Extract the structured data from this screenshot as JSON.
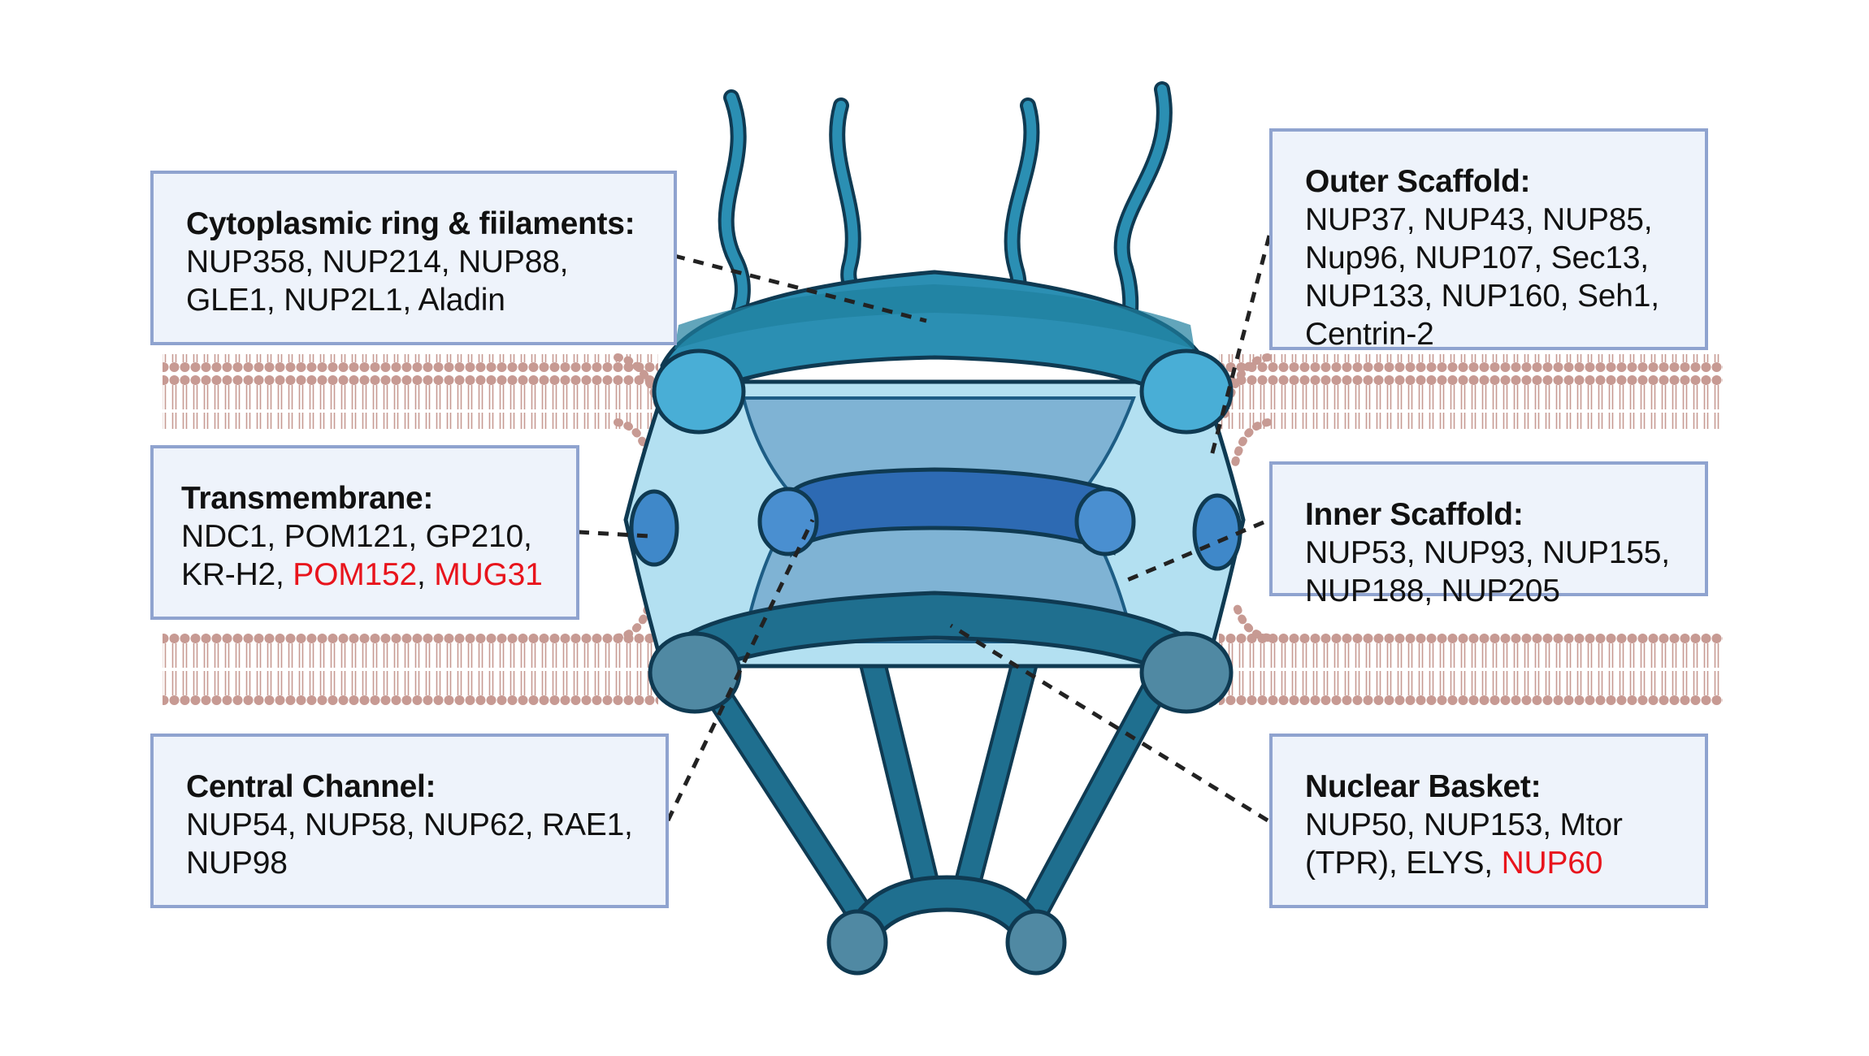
{
  "colors": {
    "box_bg": "#eef3fb",
    "box_border": "#8fa3cf",
    "highlight": "#e8141c",
    "membrane": "#c79a93",
    "ring_dark": "#1f7f9e",
    "ring_light": "#49aed6",
    "cavity": "#b3e0f1",
    "inner_ring": "#2d6ab3",
    "basket": "#1f6f8f"
  },
  "labels": {
    "cytoplasmic": {
      "title": "Cytoplasmic ring & fiilaments:",
      "line1": "NUP358, NUP214, NUP88,",
      "line2": "GLE1, NUP2L1, Aladin"
    },
    "transmembrane": {
      "title": "Transmembrane:",
      "line1": "NDC1, POM121, GP210,",
      "line2_prefix": "KR-H2,",
      "line2_red1": "POM152",
      "line2_sep": ",",
      "line2_red2": "MUG31"
    },
    "central": {
      "title": "Central Channel:",
      "line1": "NUP54, NUP58, NUP62, RAE1,",
      "line2": "NUP98"
    },
    "outer": {
      "title": "Outer Scaffold:",
      "line1": "NUP37, NUP43, NUP85,",
      "line2": "Nup96, NUP107, Sec13,",
      "line3": "NUP133, NUP160, Seh1,",
      "line4": "Centrin-2"
    },
    "inner": {
      "title": "Inner Scaffold:",
      "line1": "NUP53, NUP93, NUP155,",
      "line2": "NUP188, NUP205"
    },
    "basket": {
      "title": "Nuclear Basket:",
      "line1": "NUP50, NUP153, Mtor",
      "line2_prefix": "(TPR), ELYS,",
      "line2_red": "NUP60"
    }
  }
}
